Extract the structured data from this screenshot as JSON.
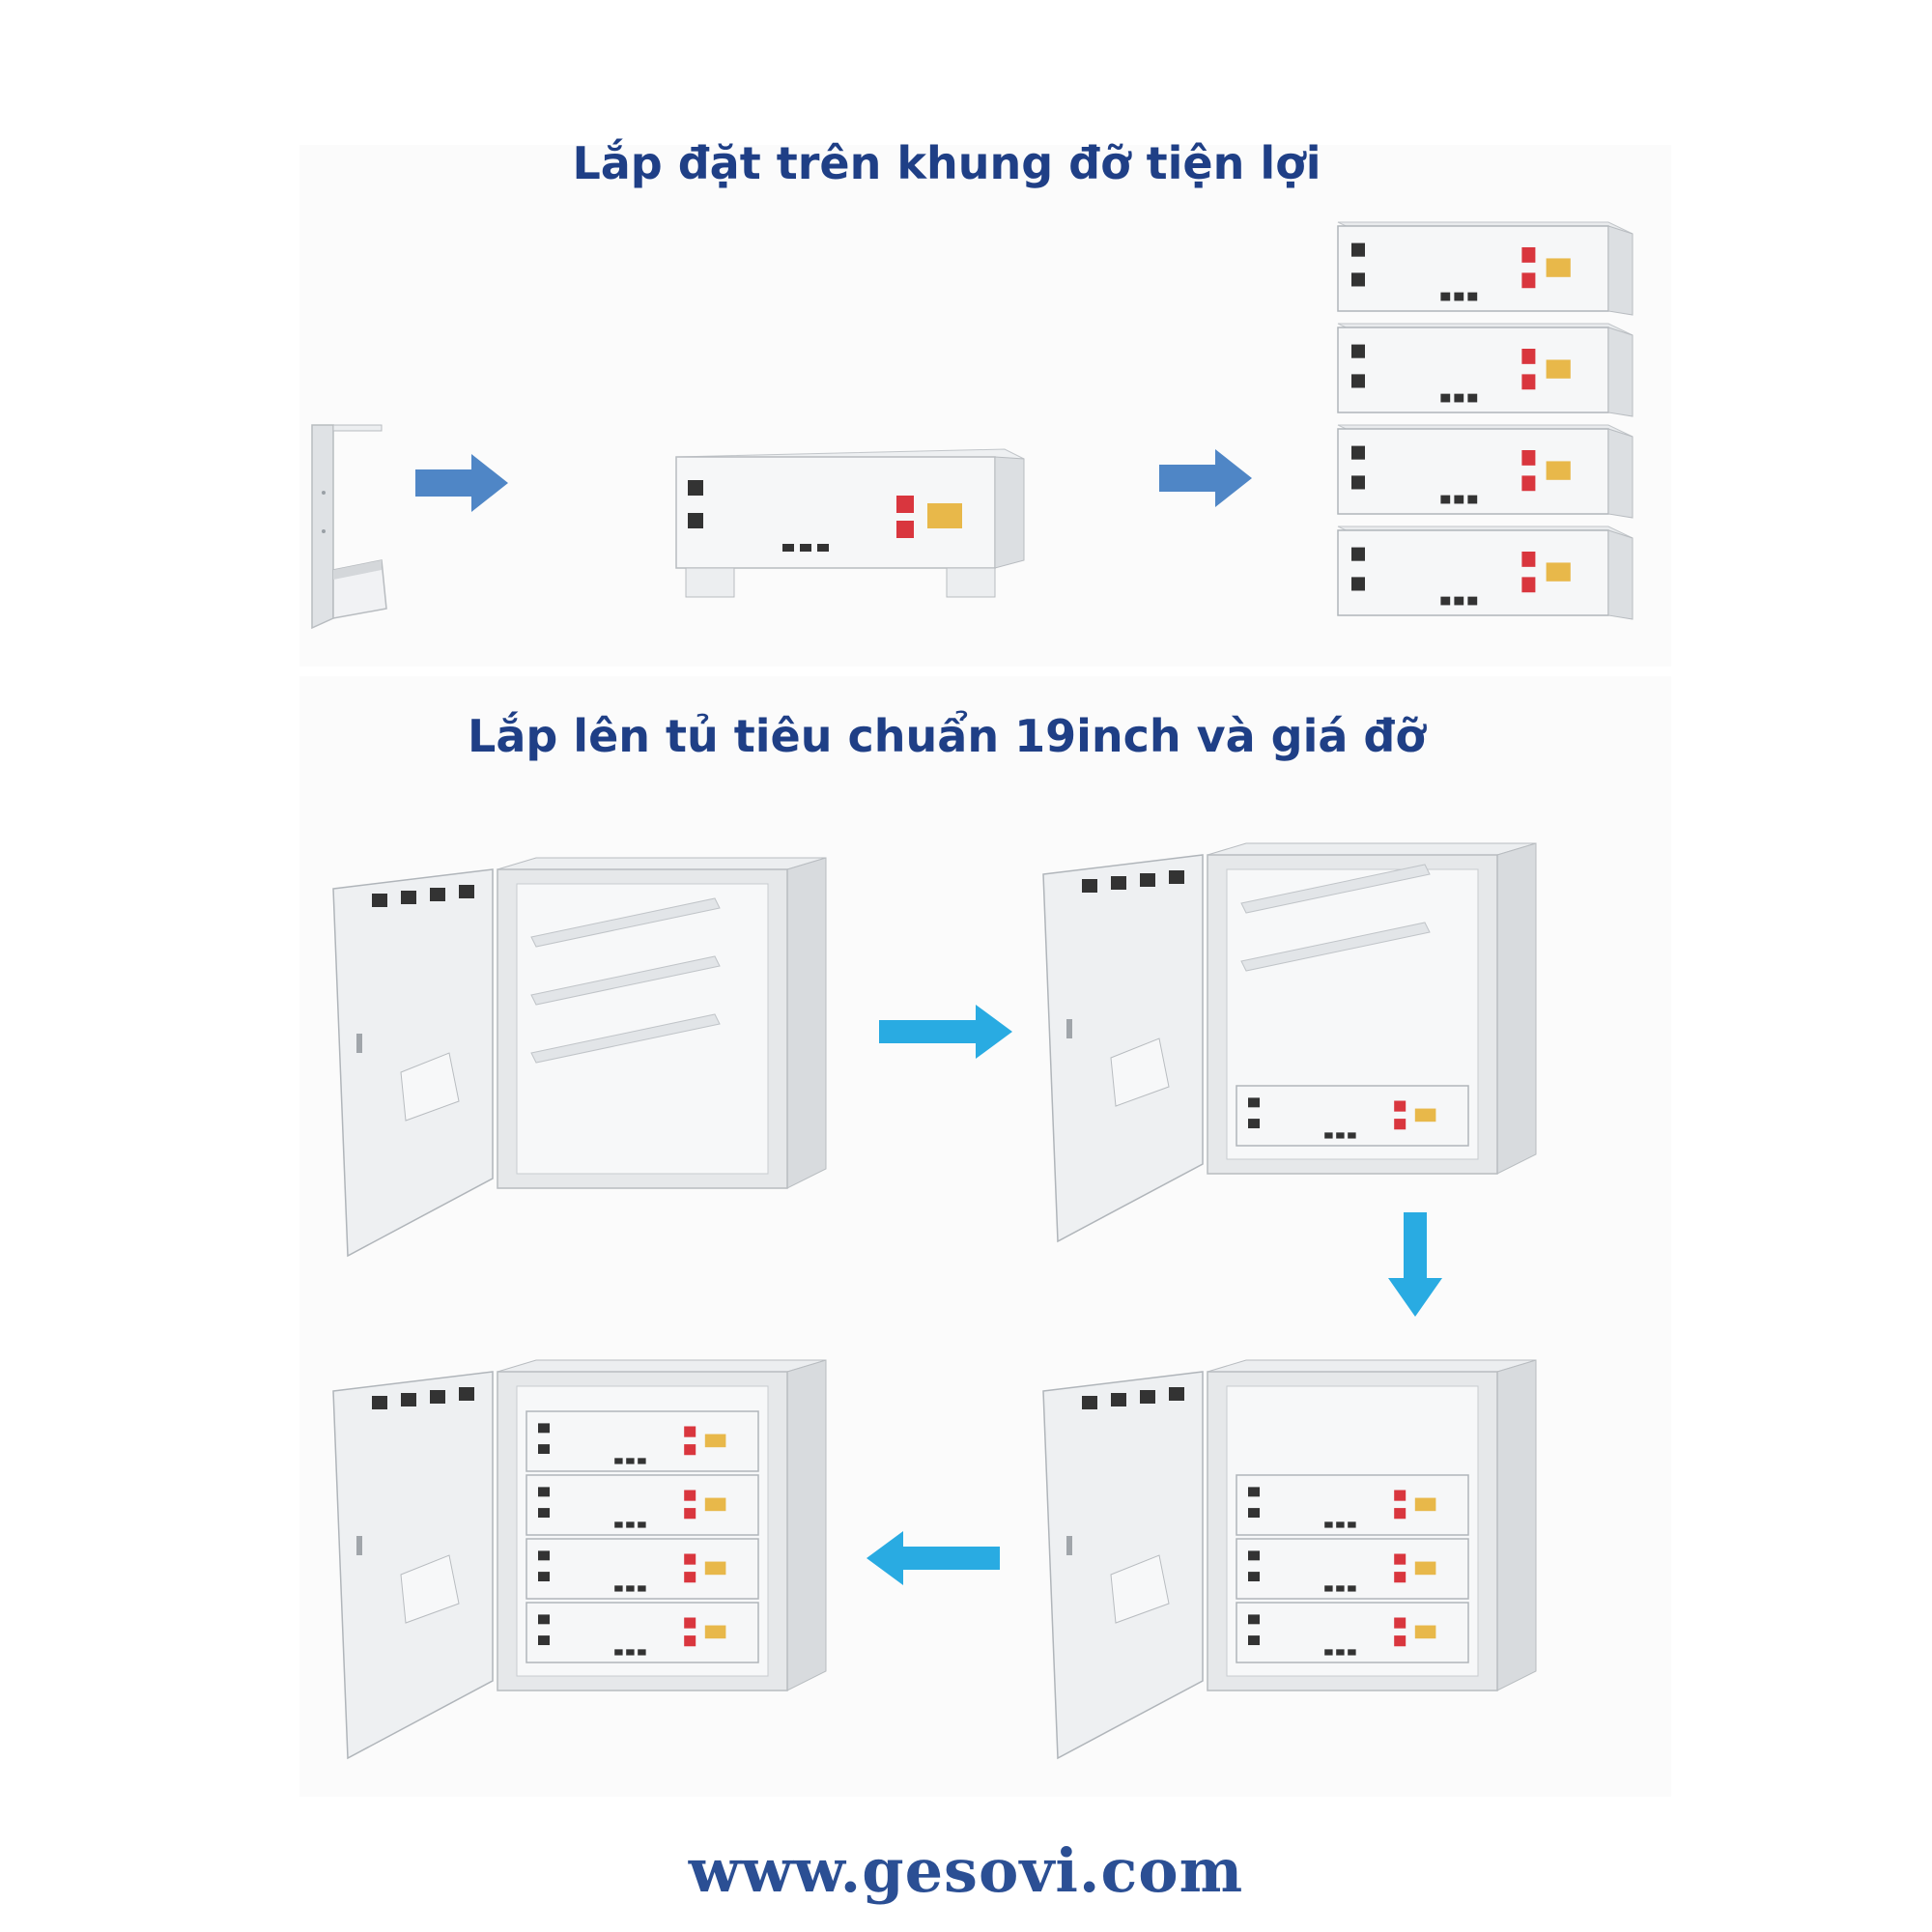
{
  "headings": {
    "top": "Lắp đặt trên khung đỡ tiện lợi",
    "middle": "Lắp lên tủ tiêu chuẩn 19inch và giá đỡ"
  },
  "footer": {
    "url": "www.gesovi.com"
  },
  "colors": {
    "heading": "#1f3f86",
    "footer": "#2b4f94",
    "arrow_top": "#4f86c6",
    "arrow_bottom": "#29abe2",
    "terminal_red": "#d9363e",
    "terminal_yellow": "#e8b84a",
    "cabinet_gray": "#e6e8ea"
  },
  "icons": {
    "bracket": "mounting-bracket-icon",
    "battery": "battery-module-icon",
    "stack": "battery-stack-icon",
    "cabinet": "cabinet-icon",
    "arrow": "arrow-icon"
  }
}
